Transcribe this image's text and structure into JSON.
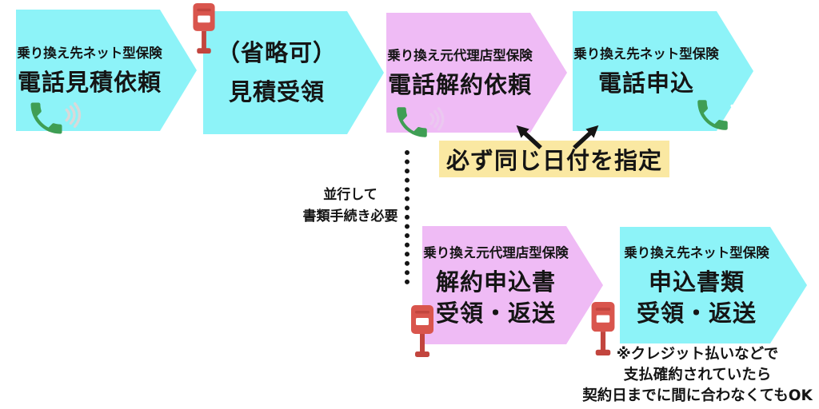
{
  "title": "insurance-switch-flow-diagram",
  "colors": {
    "cyan": "#8df3f8",
    "pink": "#efbbf5",
    "yellow": "#fae8a2",
    "red": "#d9554d",
    "red_dark": "#c2453e",
    "green": "#3f9e54",
    "ink": "#151515",
    "wave": "#d9d9d9",
    "bg": "#ffffff"
  },
  "icons": {
    "phone": "green-telephone-handset-with-sound-waves",
    "mailbox": "red-japanese-postbox"
  },
  "steps": [
    {
      "tag": "乗り換え先ネット型保険",
      "lines": [
        "電話見積依頼"
      ],
      "variant": "cyan",
      "icon": "phone"
    },
    {
      "tag": "",
      "lines": [
        "（省略可）",
        "見積受領"
      ],
      "variant": "cyan",
      "icon": "mailbox"
    },
    {
      "tag": "乗り換え元代理店型保険",
      "lines": [
        "電話解約依頼"
      ],
      "variant": "pink",
      "icon": "phone"
    },
    {
      "tag": "乗り換え先ネット型保険",
      "lines": [
        "電話申込"
      ],
      "variant": "cyan",
      "icon": "phone"
    },
    {
      "tag": "乗り換え元代理店型保険",
      "lines": [
        "解約申込書",
        "受領・返送"
      ],
      "variant": "pink",
      "icon": "mailbox"
    },
    {
      "tag": "乗り換え先ネット型保険",
      "lines": [
        "申込書類",
        "受領・返送"
      ],
      "variant": "cyan",
      "icon": "mailbox"
    }
  ],
  "callout": {
    "text": "必ず同じ日付を指定"
  },
  "parallel_note": {
    "line1": "並行して",
    "line2": "書類手続き必要"
  },
  "footnote": {
    "line1": "※クレジット払いなどで",
    "line2": "支払確約されていたら",
    "line3": "契約日までに間に合わなくてもOK"
  }
}
